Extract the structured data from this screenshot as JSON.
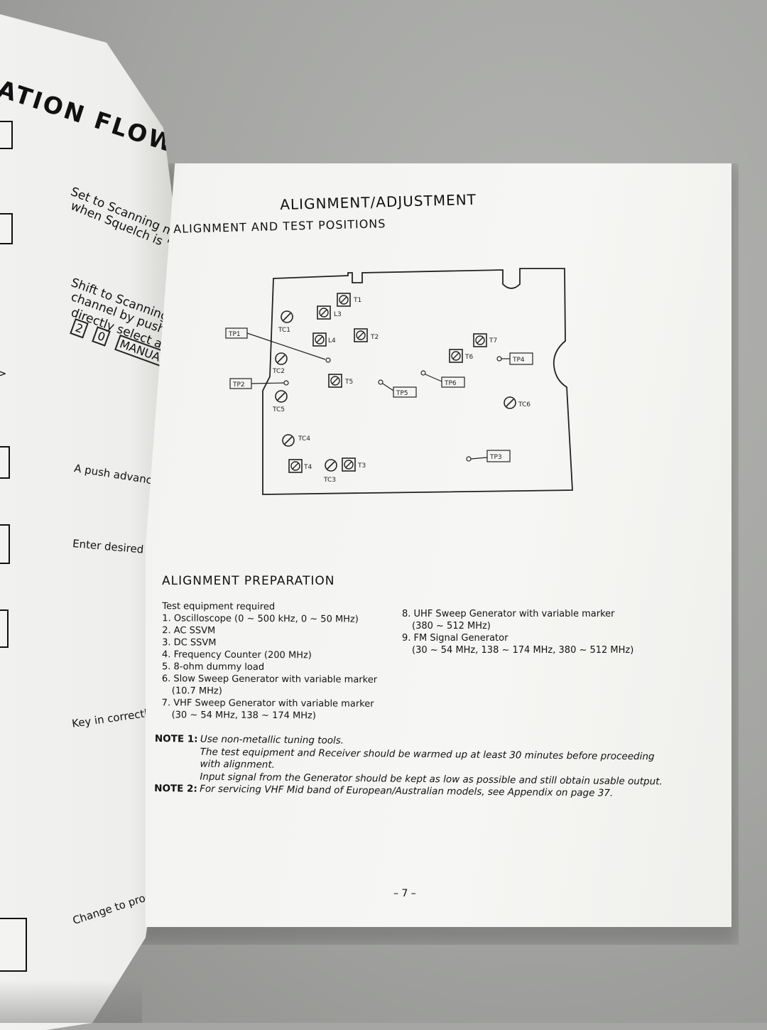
{
  "left_page": {
    "title": "ATION FLOWCHA",
    "note_scanning_1": "Set to Scanning mode",
    "note_scanning_2": "when Squelch is \"on\"",
    "note_shift_1": "Shift to Scanning mode",
    "note_shift_2": "channel by pushing",
    "note_shift_3": "directly select a channel",
    "key_2": "2",
    "key_0": "0",
    "key_manual": "MANUAL",
    "note_push": "A push advances one ch",
    "note_enter": "Enter desired reception",
    "note_key": "Key in correctly?",
    "note_change": "Change to program"
  },
  "right_page": {
    "heading": "ALIGNMENT/ADJUSTMENT",
    "subheading": "ALIGNMENT AND TEST POSITIONS",
    "diagram_labels": {
      "tp1": "TP1",
      "tp2": "TP2",
      "tp3": "TP3",
      "tp4": "TP4",
      "tp5": "TP5",
      "tp6": "TP6",
      "tc1": "TC1",
      "tc2": "TC2",
      "tc3": "TC3",
      "tc4": "TC4",
      "tc5": "TC5",
      "tc6": "TC6",
      "t1": "T1",
      "t2": "T2",
      "t3": "T3",
      "t4": "T4",
      "t5": "T5",
      "t6": "T6",
      "t7": "T7",
      "l3": "L3",
      "l4": "L4"
    },
    "prep_heading": "ALIGNMENT PREPARATION",
    "equipment_heading": "Test equipment required",
    "equipment_left": [
      "1. Oscilloscope (0 ~ 500 kHz, 0 ~ 50 MHz)",
      "2. AC SSVM",
      "3. DC SSVM",
      "4. Frequency Counter (200 MHz)",
      "5. 8-ohm dummy load",
      "6. Slow Sweep Generator with variable marker",
      "(10.7 MHz)",
      "7. VHF Sweep Generator with variable marker",
      "(30 ~ 54 MHz, 138 ~ 174 MHz)"
    ],
    "equipment_right": [
      "8. UHF Sweep Generator with variable marker",
      "(380 ~ 512 MHz)",
      "9. FM Signal Generator",
      "(30 ~ 54 MHz, 138 ~ 174 MHz, 380 ~ 512 MHz)"
    ],
    "note1_label": "NOTE 1:",
    "note1_lines": [
      "Use non-metallic tuning tools.",
      "The test equipment and Receiver should be warmed up at least 30 minutes before proceeding",
      "with alignment.",
      "Input signal from the Generator should be kept as low as possible and still obtain usable output."
    ],
    "note2_label": "NOTE 2:",
    "note2_text": "For servicing VHF Mid band of European/Australian models, see Appendix on page 37.",
    "page_number": "– 7 –"
  }
}
